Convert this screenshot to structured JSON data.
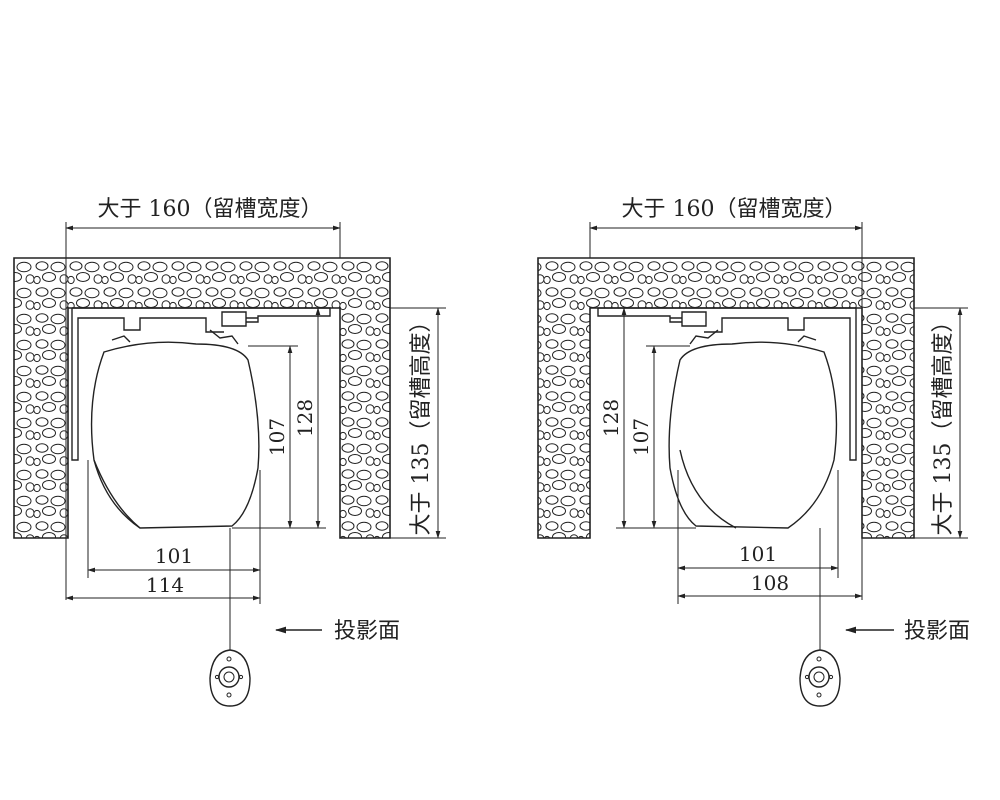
{
  "left": {
    "width_label": "大于 160（留槽宽度）",
    "height_label": "大于 135（留槽高度）",
    "dim_128": "128",
    "dim_107": "107",
    "dim_101": "101",
    "dim_bottom": "114",
    "projection_label": "投影面"
  },
  "right": {
    "width_label": "大于 160（留槽宽度）",
    "height_label": "大于 135（留槽高度）",
    "dim_128": "128",
    "dim_107": "107",
    "dim_101": "101",
    "dim_bottom": "108",
    "projection_label": "投影面"
  }
}
